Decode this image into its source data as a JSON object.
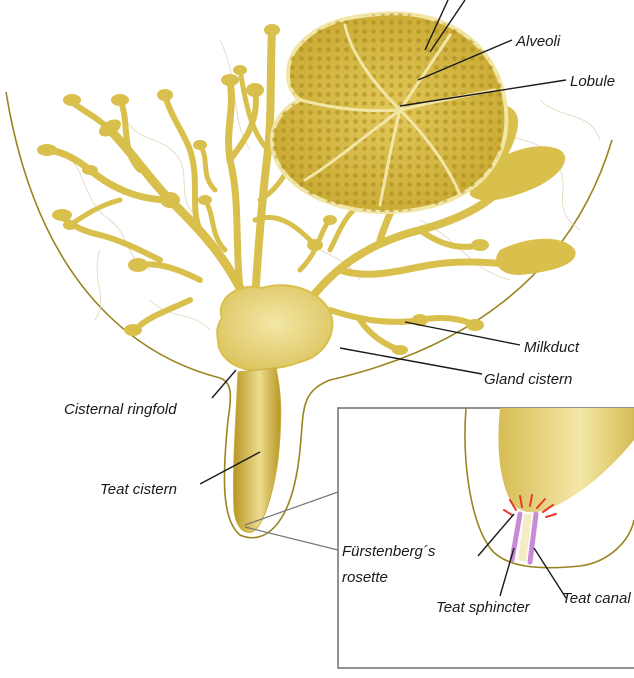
{
  "labels": {
    "alveoli": "Alveoli",
    "lobule": "Lobule",
    "milkduct": "Milkduct",
    "gland_cistern": "Gland cistern",
    "cisternal_ringfold": "Cisternal ringfold",
    "teat_cistern": "Teat cistern",
    "furstenberg_line1": "Fürstenberg´s",
    "furstenberg_line2": "rosette",
    "teat_sphincter": "Teat sphincter",
    "teat_canal": "Teat canal"
  },
  "colors": {
    "tissue": "#e4cf6e",
    "tissue_dark": "#a88a1c",
    "outline": "#9a8420",
    "rosette": "#e83a2a",
    "sphincter": "#c98ad8"
  }
}
